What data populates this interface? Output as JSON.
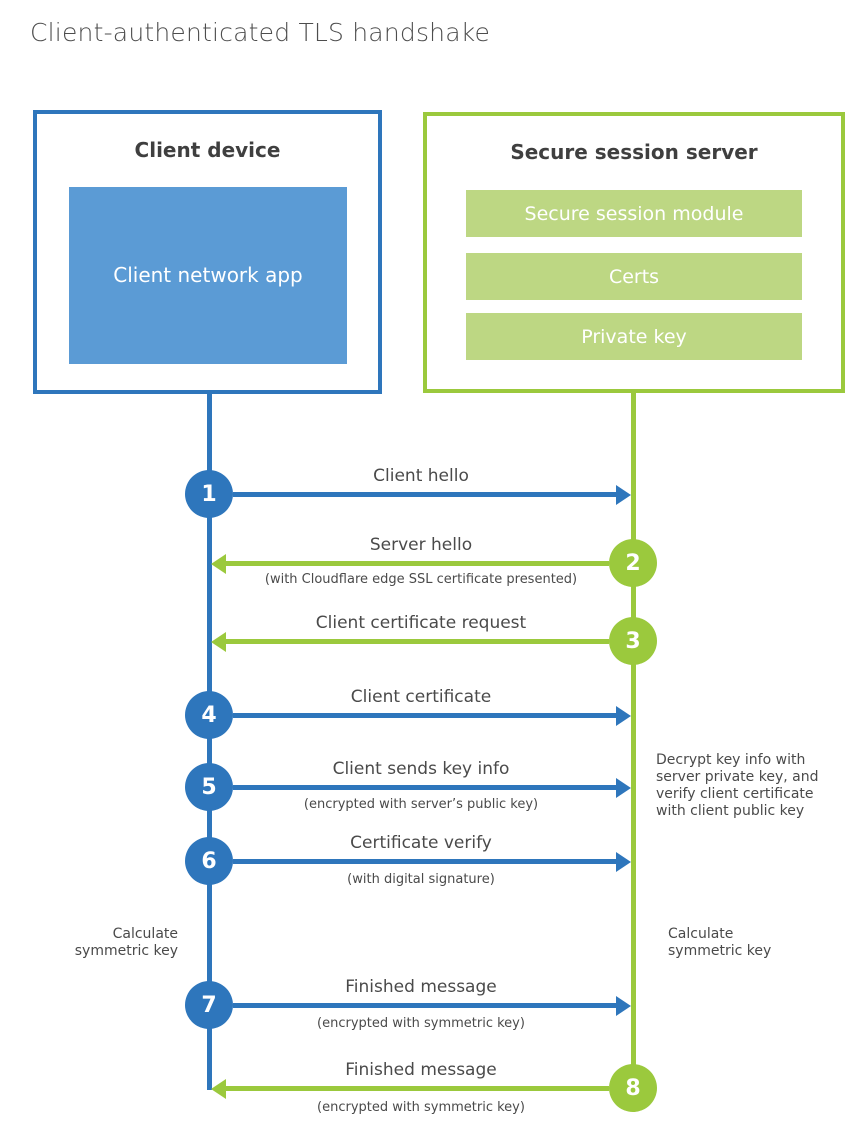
{
  "title": "Client-authenticated TLS handshake",
  "client": {
    "title": "Client device",
    "app_label": "Client network app"
  },
  "server": {
    "title": "Secure session server",
    "modules": [
      "Secure session module",
      "Certs",
      "Private key"
    ]
  },
  "steps": [
    {
      "number": "1",
      "label": "Client hello",
      "sub": "",
      "direction": "right",
      "from": "client",
      "to": "server"
    },
    {
      "number": "2",
      "label": "Server hello",
      "sub": "(with Cloudflare edge SSL certificate presented)",
      "direction": "left",
      "from": "server",
      "to": "client"
    },
    {
      "number": "3",
      "label": "Client certificate request",
      "sub": "",
      "direction": "left",
      "from": "server",
      "to": "client"
    },
    {
      "number": "4",
      "label": "Client certificate",
      "sub": "",
      "direction": "right",
      "from": "client",
      "to": "server"
    },
    {
      "number": "5",
      "label": "Client sends key info",
      "sub": "(encrypted with server’s public key)",
      "direction": "right",
      "from": "client",
      "to": "server"
    },
    {
      "number": "6",
      "label": "Certificate verify",
      "sub": "(with digital signature)",
      "direction": "right",
      "from": "client",
      "to": "server"
    },
    {
      "number": "7",
      "label": "Finished message",
      "sub": "(encrypted with symmetric key)",
      "direction": "right",
      "from": "client",
      "to": "server"
    },
    {
      "number": "8",
      "label": "Finished message",
      "sub": "(encrypted with symmetric key)",
      "direction": "left",
      "from": "server",
      "to": "client"
    }
  ],
  "notes": {
    "decrypt": "Decrypt key info with server private key, and verify client certificate with client public key",
    "calculate_left": "Calculate symmetric key",
    "calculate_right": "Calculate symmetric key"
  },
  "colors": {
    "client_blue": "#2E76BC",
    "client_app_fill": "#5B9BD5",
    "server_green": "#9BC93D",
    "server_module_fill": "#BDD783",
    "heading_text": "#3F3F3F",
    "label_text": "#4A4A4A"
  }
}
